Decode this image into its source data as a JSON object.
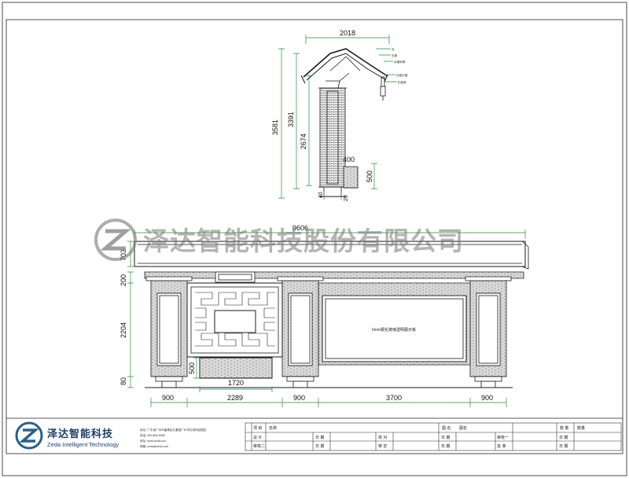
{
  "watermark": {
    "text": "泽达智能科技股份有限公司"
  },
  "logo": {
    "cn": "泽达智能科技",
    "en": "Zeda Intelligent Technology"
  },
  "company_lines": [
    "地址: 广东省广州市番禺区石碁镇广州市红领科技园区",
    "电话: 400-808-8988",
    "网址: www.zeda.com",
    "邮箱: zeda@zeda.com"
  ],
  "side_view": {
    "dims": {
      "top_width": "2018",
      "total_height": "3581",
      "height_2": "3391",
      "column_height": "2674",
      "base_box_width": "400",
      "base_box_height": "500",
      "foot_a": "40",
      "foot_b": "20"
    },
    "callouts": [
      "瓦",
      "瓦筒",
      "木檩斜撑",
      "边框灯箱",
      "扣板等"
    ]
  },
  "front_view": {
    "panel_label": "6mm钢化玻璃透明展示板",
    "dims": {
      "total_width": "9606",
      "roof_height": "703",
      "cornice_height": "200",
      "body_height": "2204",
      "base_height": "80",
      "planter_height": "500",
      "planter_width": "1720",
      "col1": "900",
      "lattice_bay": "2289",
      "col2": "900",
      "board_bay": "3700",
      "col3": "900"
    }
  },
  "title_block": {
    "r1": [
      "项 目",
      "名称",
      "",
      "图 名",
      "图名",
      "",
      "数 量",
      "数量"
    ],
    "r2": [
      "设 计",
      "",
      "日 期",
      "",
      "校 对",
      "",
      "日 期",
      "",
      "审核一",
      "",
      "日 期",
      ""
    ],
    "r3": [
      "审核二",
      "",
      "日 期",
      "",
      "审 定",
      "",
      "日 期",
      "",
      "批 准",
      "",
      "日 期",
      ""
    ]
  },
  "colors": {
    "line": "#1a1a1a",
    "green": "#2e8b3a",
    "wm": "#777777",
    "brick": "#555555"
  }
}
